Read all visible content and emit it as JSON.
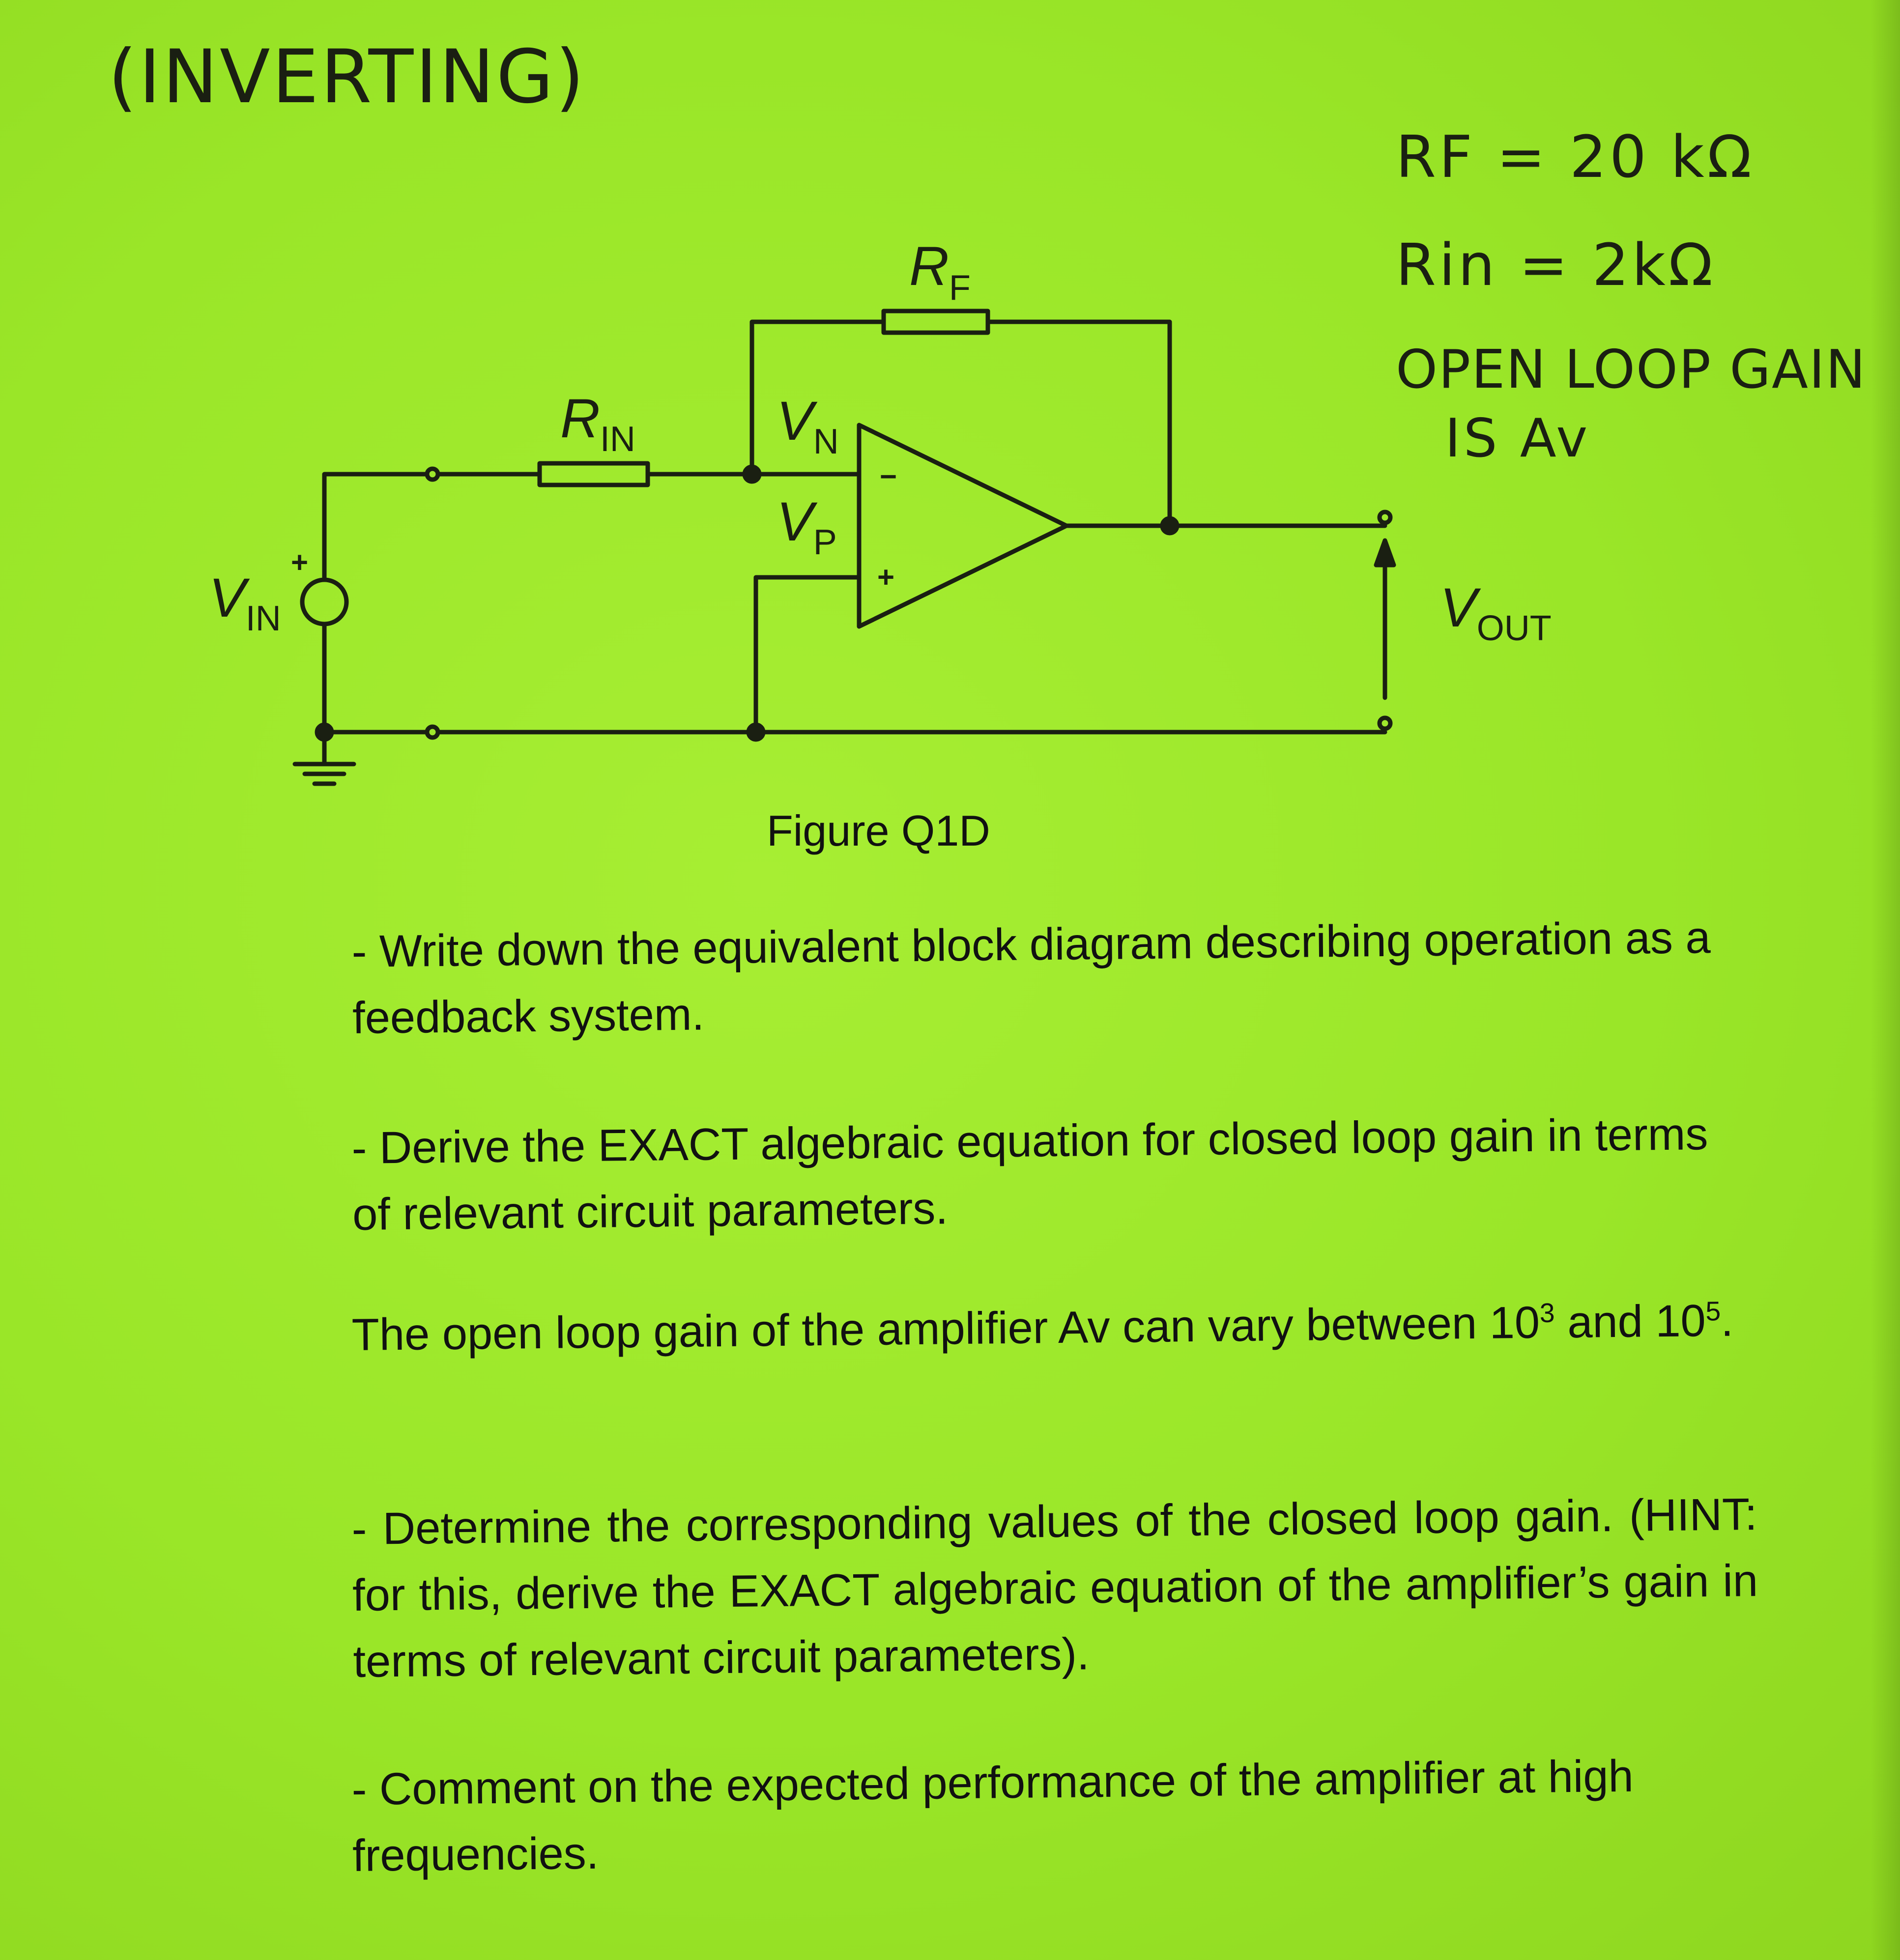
{
  "handwritten": {
    "title": "(INVERTING)",
    "rf_value": "RF = 20 kΩ",
    "rin_value": "Rin = 2kΩ",
    "open_loop_line1": "OPEN LOOP GAIN",
    "open_loop_line2": "IS Av"
  },
  "circuit": {
    "rf_label": "R",
    "rf_sub": "F",
    "rin_label": "R",
    "rin_sub": "IN",
    "vn_label": "V",
    "vn_sub": "N",
    "vp_label": "V",
    "vp_sub": "P",
    "vin_label": "V",
    "vin_sub": "IN",
    "vout_label": "V",
    "vout_sub": "OUT",
    "minus_sign": "−",
    "plus_sign": "+",
    "source_plus": "+"
  },
  "figure_caption": "Figure Q1D",
  "questions": {
    "q1": "- Write down the equivalent block diagram describing operation as a feedback system.",
    "q2": "- Derive the EXACT algebraic equation for closed loop gain in terms of relevant circuit parameters.",
    "q3_prefix": "The open loop gain of the amplifier Av can vary between 10",
    "q3_exp1": "3",
    "q3_mid": " and 10",
    "q3_exp2": "5",
    "q3_suffix": ".",
    "q4": "- Determine the corresponding values of the closed loop gain. (HINT: for this, derive the EXACT algebraic equation of the amplifier’s gain in terms of relevant circuit parameters).",
    "q5": "- Comment on the expected performance of the amplifier at high frequencies."
  }
}
